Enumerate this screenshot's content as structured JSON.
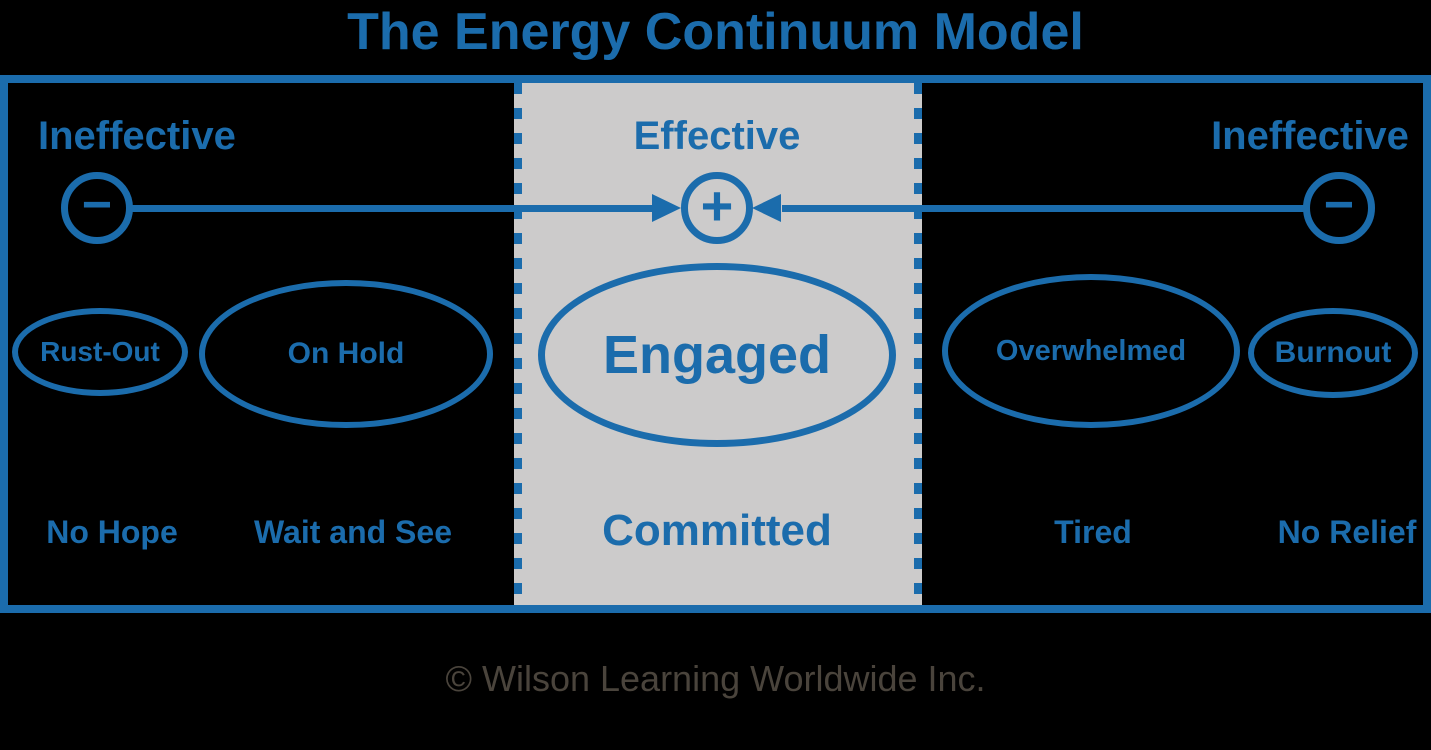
{
  "title": "The Energy Continuum Model",
  "colors": {
    "accent_blue": "#1B6CAC",
    "effective_zone_gray": "#CCCBCB",
    "background": "#000000",
    "copyright_text": "#4A443C"
  },
  "axis": {
    "left_zone_label": "Ineffective",
    "center_zone_label": "Effective",
    "right_zone_label": "Ineffective",
    "left_sign": "−",
    "center_sign": "+",
    "right_sign": "−"
  },
  "states": [
    {
      "label": "Rust-Out",
      "descriptor": "No Hope",
      "zone": "ineffective-left",
      "size": "small"
    },
    {
      "label": "On Hold",
      "descriptor": "Wait and See",
      "zone": "ineffective-left",
      "size": "medium"
    },
    {
      "label": "Engaged",
      "descriptor": "Committed",
      "zone": "effective",
      "size": "large"
    },
    {
      "label": "Overwhelmed",
      "descriptor": "Tired",
      "zone": "ineffective-right",
      "size": "medium"
    },
    {
      "label": "Burnout",
      "descriptor": "No Relief",
      "zone": "ineffective-right",
      "size": "small"
    }
  ],
  "footer": {
    "copyright": "© Wilson Learning Worldwide Inc."
  }
}
